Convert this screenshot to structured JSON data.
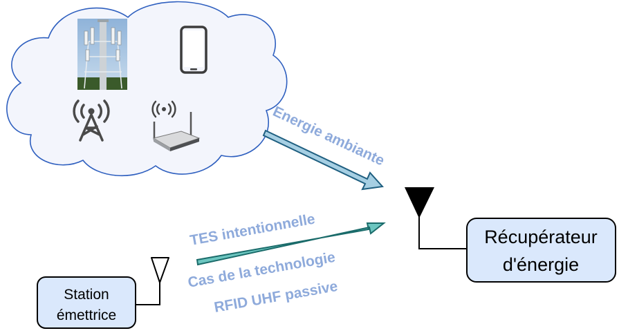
{
  "diagram": {
    "labels": {
      "ambient": "Energie ambiante",
      "intentional": "TES intentionnelle",
      "case_line1": "Cas de la technologie",
      "case_line2": "RFID UHF passive"
    },
    "nodes": {
      "station": {
        "line1": "Station",
        "line2": "émettrice"
      },
      "harvester": {
        "line1": "Récupérateur",
        "line2": "d'énergie"
      }
    },
    "icons": {
      "cloud": "cloud-icon",
      "tower": "cell-tower-photo",
      "phone": "smartphone-icon",
      "broadcast": "broadcast-tower-icon",
      "router": "wifi-router-icon",
      "rx_antenna": "receiver-antenna-icon",
      "tx_antenna": "transmitter-antenna-icon"
    },
    "colors": {
      "cloud_fill": "#f3f5fc",
      "cloud_stroke": "#2e5fbf",
      "node_fill": "#dae8fc",
      "node_stroke": "#000000",
      "ambient_arrow": "#a6cfe3",
      "ambient_arrow_stroke": "#1f5f80",
      "intentional_arrow": "#6cc6c0",
      "intentional_arrow_stroke": "#1a6b6a",
      "label_color": "#8eaadb"
    }
  }
}
